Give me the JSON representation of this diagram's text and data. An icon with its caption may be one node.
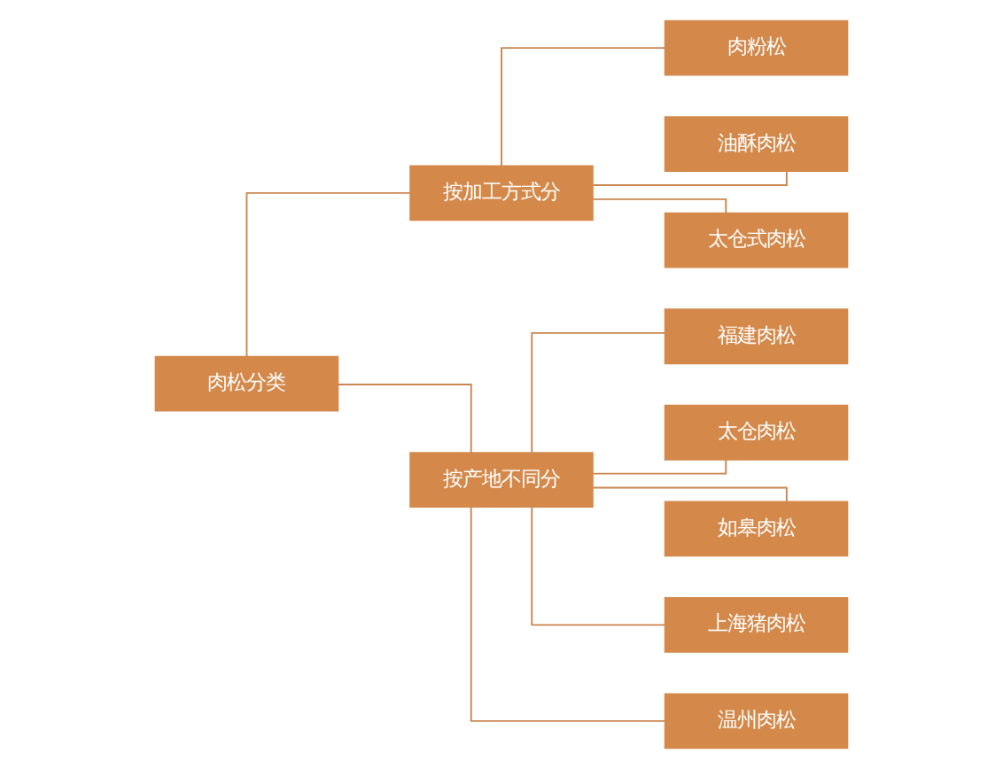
{
  "diagram": {
    "nodes": [
      {
        "text": [
          "肉松分类"
        ]
      },
      {
        "text": [
          "按加工方式分"
        ]
      },
      {
        "text": [
          "按产地不同分"
        ]
      },
      {
        "text": [
          "肉粉松"
        ]
      },
      {
        "text": [
          "油酥肉松"
        ]
      },
      {
        "text": [
          "太仓式肉松"
        ]
      },
      {
        "text": [
          "福建肉松"
        ]
      },
      {
        "text": [
          "太仓肉松"
        ]
      },
      {
        "text": [
          "如皋肉松"
        ]
      },
      {
        "text": [
          "上海猪肉松"
        ]
      },
      {
        "text": [
          "温州肉松"
        ]
      }
    ],
    "edges": [
      {
        "from": 0,
        "to": 1,
        "arrow": "none"
      },
      {
        "from": 0,
        "to": 2,
        "arrow": "none"
      },
      {
        "from": 1,
        "to": 3,
        "arrow": "none"
      },
      {
        "from": 1,
        "to": 4,
        "arrow": "none"
      },
      {
        "from": 1,
        "to": 5,
        "arrow": "none"
      },
      {
        "from": 2,
        "to": 6,
        "arrow": "none"
      },
      {
        "from": 2,
        "to": 7,
        "arrow": "none"
      },
      {
        "from": 2,
        "to": 8,
        "arrow": "none"
      },
      {
        "from": 2,
        "to": 9,
        "arrow": "none"
      },
      {
        "from": 2,
        "to": 10,
        "arrow": "none"
      }
    ]
  }
}
